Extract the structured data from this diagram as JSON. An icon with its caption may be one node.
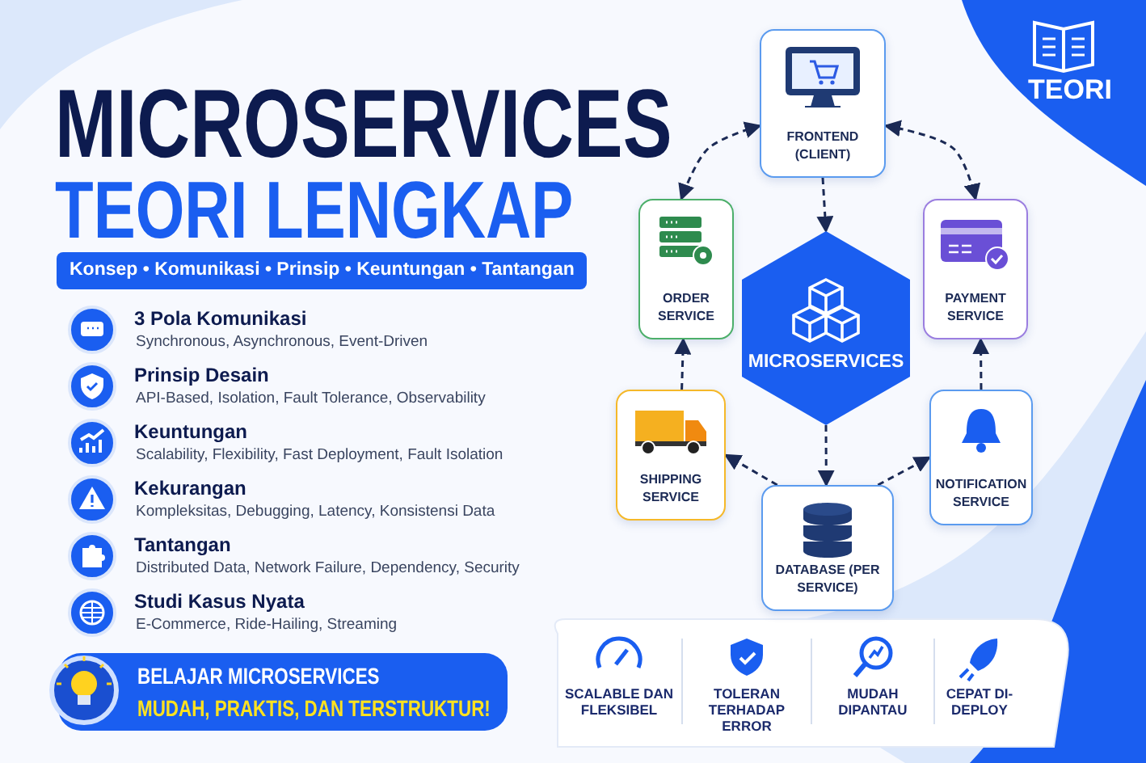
{
  "diagram": {
    "nodes": [
      {
        "text": [
          "FRONTEND (CLIENT)"
        ]
      },
      {
        "text": [
          "ORDER SERVICE"
        ]
      },
      {
        "text": [
          "MICROSERVICES"
        ]
      },
      {
        "text": [
          "PAYMENT SERVICE"
        ]
      },
      {
        "text": [
          "SHIPPING SERVICE"
        ]
      },
      {
        "text": [
          "NOTIFICATION SERVICE"
        ]
      },
      {
        "text": [
          "DATABASE (PER SERVICE)"
        ]
      }
    ],
    "edges": [
      {
        "from": 0,
        "to": 1,
        "arrow": "both",
        "style": "dashed"
      },
      {
        "from": 0,
        "to": 3,
        "arrow": "both",
        "style": "dashed"
      },
      {
        "from": 0,
        "to": 2,
        "arrow": "to",
        "style": "dashed"
      },
      {
        "from": 4,
        "to": 1,
        "arrow": "to",
        "style": "dashed"
      },
      {
        "from": 5,
        "to": 3,
        "arrow": "to",
        "style": "dashed"
      },
      {
        "from": 2,
        "to": 6,
        "arrow": "to",
        "style": "dashed"
      },
      {
        "from": 6,
        "to": 4,
        "arrow": "to",
        "style": "dashed"
      },
      {
        "from": 6,
        "to": 5,
        "arrow": "to",
        "style": "dashed"
      }
    ],
    "labels": [
      "TEORI",
      "MICROSERVICES",
      "TEORI LENGKAP",
      "Konsep • Komunikasi • Prinsip • Keuntungan • Tantangan",
      "3 Pola Komunikasi",
      "Synchronous, Asynchronous, Event-Driven",
      "Prinsip Desain",
      "API-Based, Isolation, Fault Tolerance, Observability",
      "Keuntungan",
      "Scalability, Flexibility, Fast Deployment, Fault Isolation",
      "Kekurangan",
      "Kompleksitas, Debugging, Latency, Konsistensi Data",
      "Tantangan",
      "Distributed Data, Network Failure, Dependency, Security",
      "Studi Kasus Nyata",
      "E-Commerce, Ride-Hailing, Streaming",
      "BELAJAR MICROSERVICES",
      "MUDAH, PRAKTIS, DAN TERSTRUKTUR!",
      "SCALABLE DAN FLEKSIBEL",
      "TOLERAN TERHADAP ERROR",
      "MUDAH DIPANTAU",
      "CEPAT DI-DEPLOY"
    ]
  }
}
